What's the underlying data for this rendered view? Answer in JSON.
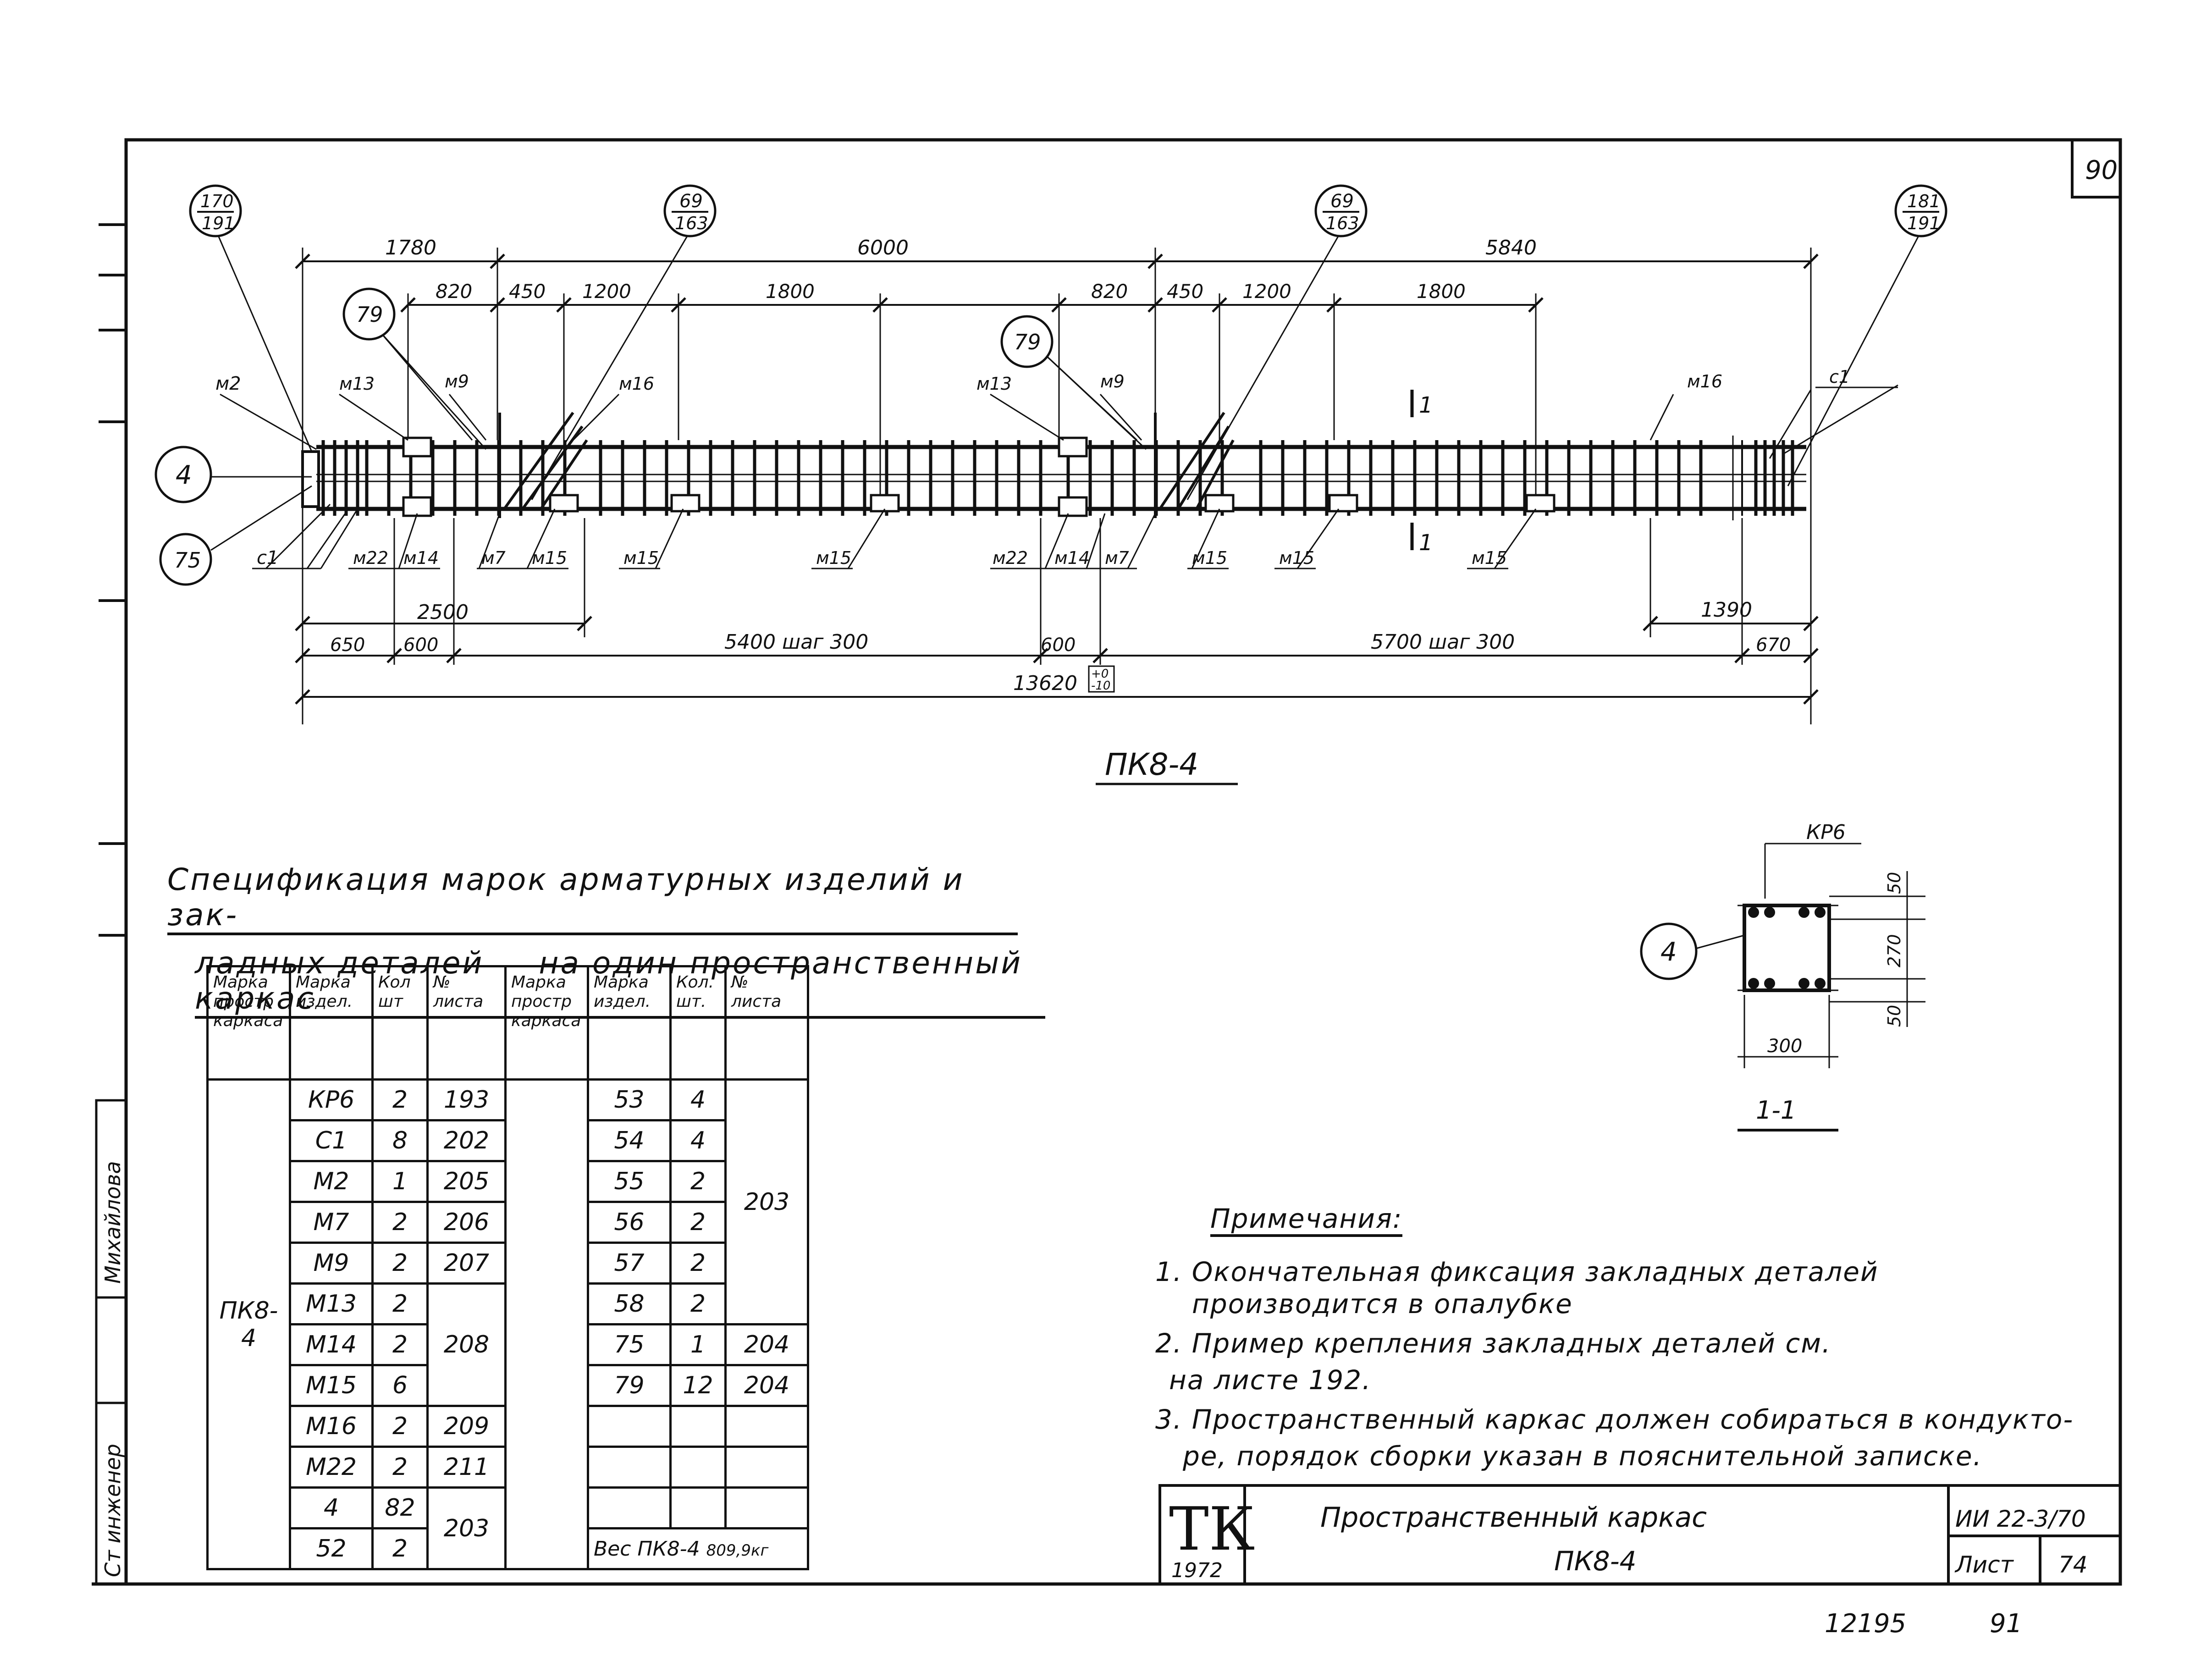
{
  "sheet": {
    "corner_number": "90",
    "footer_left": "12195",
    "footer_right": "91",
    "side_stamp": "Ст инженер",
    "side_signature_name": "Михайлова"
  },
  "drawing": {
    "caption": "ПК8-4",
    "callouts": {
      "top_left": [
        "170",
        "191"
      ],
      "top_mid1": [
        "69",
        "163"
      ],
      "top_mid2": [
        "69",
        "163"
      ],
      "top_right": [
        "181",
        "191"
      ],
      "detail_79_a": "79",
      "detail_79_b": "79",
      "section_4": "4",
      "detail_75": "75"
    },
    "dimensions_top": {
      "d1780": "1780",
      "d6000": "6000",
      "d5840": "5840",
      "d820a": "820",
      "d450a": "450",
      "d1200a": "1200",
      "d1800a": "1800",
      "d820b": "820",
      "d450b": "450",
      "d1200b": "1200",
      "d1800b": "1800"
    },
    "dimensions_bottom": {
      "d2500": "2500",
      "d1390": "1390",
      "d650": "650",
      "d600a": "600",
      "d5400": "5400 шаг 300",
      "d600b": "600",
      "d5700": "5700 шаг 300",
      "d670": "670",
      "total": "13620",
      "tol_plus": "+0",
      "tol_minus": "-10"
    },
    "labels_top": {
      "m2": "м2",
      "m13a": "м13",
      "m9a": "м9",
      "m16a": "м16",
      "m13b": "м13",
      "m9b": "м9",
      "m16b": "м16",
      "c1top": "с1",
      "sec1a": "1",
      "sec1b": "1"
    },
    "labels_bottom": {
      "c1": "с1",
      "m22a": "м22",
      "m14a": "м14",
      "m7a": "м7",
      "m15a": "м15",
      "m15b": "м15",
      "m15c": "м15",
      "m22b": "м22",
      "m14b": "м14",
      "m7b": "м7",
      "m15d": "м15",
      "m15e": "м15",
      "m15f": "м15"
    }
  },
  "section": {
    "label_kr": "КР6",
    "dim_50a": "50",
    "dim_270": "270",
    "dim_50b": "50",
    "dim_300": "300",
    "callout": "4",
    "caption": "1-1"
  },
  "spec": {
    "title_line1": "Спецификация марок арматурных изделий и зак-",
    "title_line2_a": "ладных деталей",
    "title_line2_b": "на один пространственный каркас",
    "headers": [
      "Марка простр каркаса",
      "Марка издел.",
      "Кол шт",
      "№ листа",
      "Марка простр каркаса",
      "Марка издел.",
      "Кол. шт.",
      "№ листа"
    ],
    "frame_mark": "ПК8-4",
    "left_rows": [
      {
        "mark": "КР6",
        "qty": "2",
        "sheet": "193"
      },
      {
        "mark": "С1",
        "qty": "8",
        "sheet": "202"
      },
      {
        "mark": "М2",
        "qty": "1",
        "sheet": "205"
      },
      {
        "mark": "М7",
        "qty": "2",
        "sheet": "206"
      },
      {
        "mark": "М9",
        "qty": "2",
        "sheet": "207"
      },
      {
        "mark": "М13",
        "qty": "2",
        "sheet": ""
      },
      {
        "mark": "М14",
        "qty": "2",
        "sheet": "208"
      },
      {
        "mark": "М15",
        "qty": "6",
        "sheet": ""
      },
      {
        "mark": "М16",
        "qty": "2",
        "sheet": "209"
      },
      {
        "mark": "М22",
        "qty": "2",
        "sheet": "211"
      },
      {
        "mark": "4",
        "qty": "82",
        "sheet": ""
      },
      {
        "mark": "52",
        "qty": "2",
        "sheet": "203"
      }
    ],
    "right_rows": [
      {
        "mark": "53",
        "qty": "4"
      },
      {
        "mark": "54",
        "qty": "4"
      },
      {
        "mark": "55",
        "qty": "2"
      },
      {
        "mark": "56",
        "qty": "2"
      },
      {
        "mark": "57",
        "qty": "2"
      },
      {
        "mark": "58",
        "qty": "2"
      },
      {
        "mark": "75",
        "qty": "1"
      },
      {
        "mark": "79",
        "qty": "12"
      }
    ],
    "right_sheet_group": "203",
    "right_sheet_75": "204",
    "right_sheet_79": "204",
    "weight_label": "Вес ПК8-4",
    "weight_value": "809,9кг"
  },
  "notes": {
    "title": "Примечания:",
    "items": [
      "1. Окончательная фиксация закладных деталей",
      "производится в опалубке",
      "2. Пример крепления закладных деталей см.",
      "на листе 192.",
      "3. Пространственный каркас должен собираться в кондукто-",
      "ре, порядок сборки указан в пояснительной записке."
    ]
  },
  "title_block": {
    "logo": "ТК",
    "year": "1972",
    "name_line1": "Пространственный каркас",
    "name_line2": "ПК8-4",
    "series": "ИИ 22-3/70",
    "sheet_label": "Лист",
    "sheet_number": "74"
  }
}
